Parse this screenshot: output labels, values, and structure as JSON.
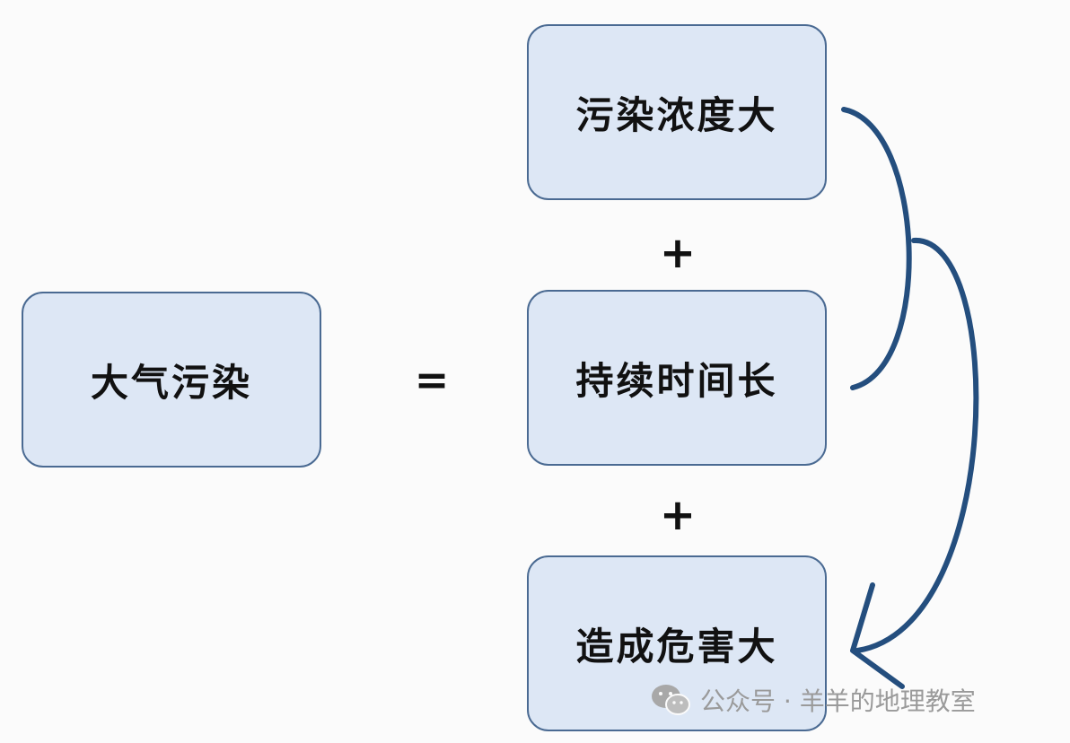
{
  "boxes": {
    "left": "大气污染",
    "top": "污染浓度大",
    "middle": "持续时间长",
    "bottom": "造成危害大"
  },
  "operators": {
    "equals": "=",
    "plus_1": "+",
    "plus_2": "+"
  },
  "watermark": {
    "text": "公众号 · 羊羊的地理教室",
    "icon": "wechat-icon"
  },
  "colors": {
    "box_fill": "#dde7f5",
    "box_border": "#4a6a92",
    "arrow": "#244e7e",
    "text": "#111111",
    "watermark": "#9a9a9a"
  }
}
